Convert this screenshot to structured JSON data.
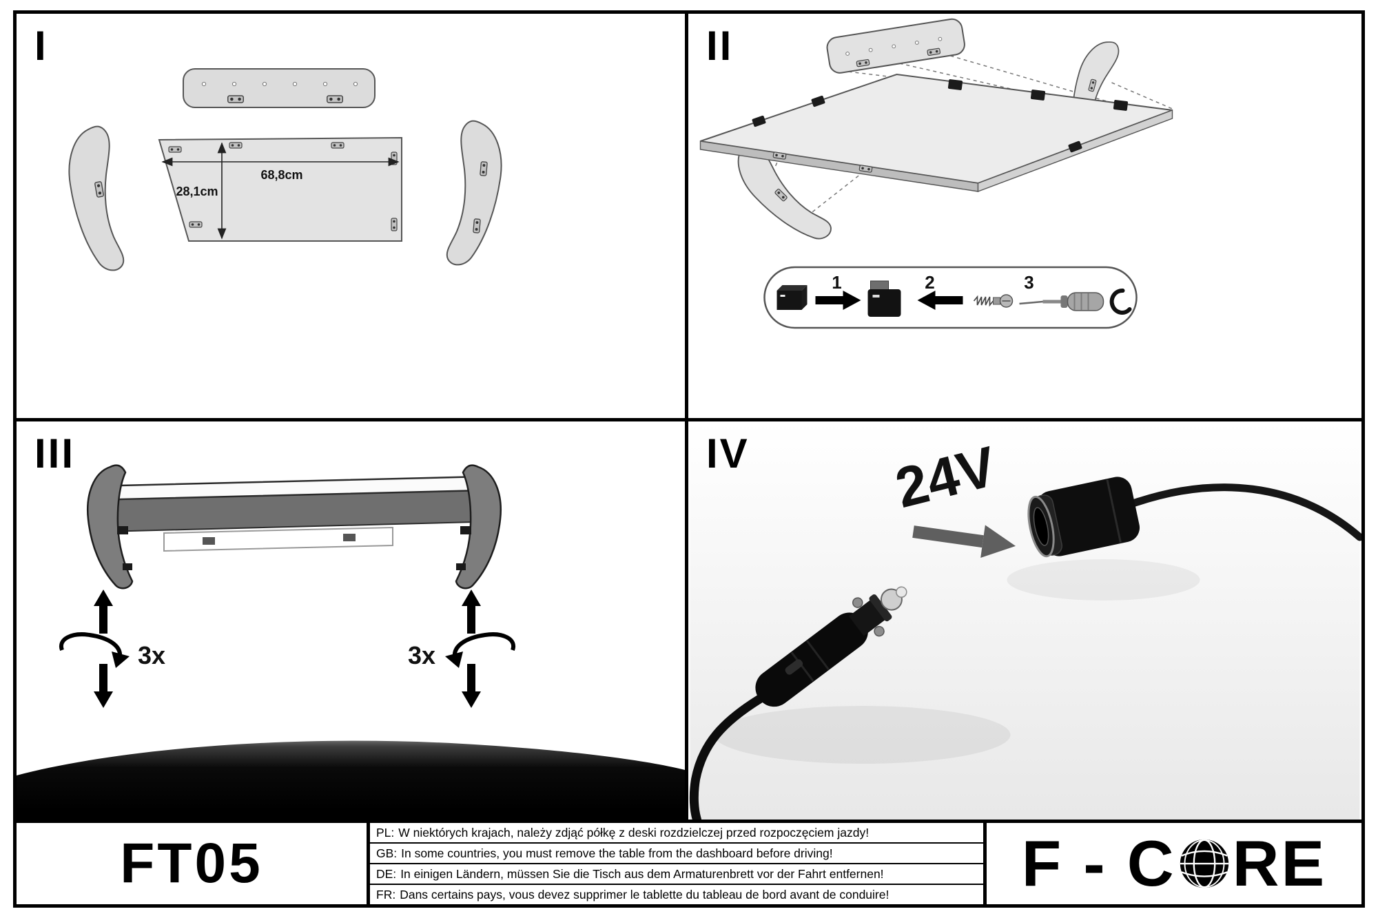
{
  "panels": {
    "p1": {
      "label": "I",
      "dim_width": "68,8cm",
      "dim_height": "28,1cm"
    },
    "p2": {
      "label": "II",
      "step1": "1",
      "step2": "2",
      "step3": "3"
    },
    "p3": {
      "label": "III",
      "count_left": "3x",
      "count_right": "3x"
    },
    "p4": {
      "label": "IV",
      "voltage": "24V"
    }
  },
  "footer": {
    "model": "FT05",
    "notes": [
      {
        "lang": "PL:",
        "text": "W niektórych krajach, należy zdjąć półkę z deski rozdzielczej przed rozpoczęciem jazdy!"
      },
      {
        "lang": "GB:",
        "text": "In some countries, you must remove the table from the dashboard before driving!"
      },
      {
        "lang": "DE:",
        "text": "In einigen Ländern, müssen Sie die Tisch aus dem Armaturenbrett vor der Fahrt entfernen!"
      },
      {
        "lang": "FR:",
        "text": "Dans certains pays, vous devez supprimer le tablette du tableau de bord avant de conduire!"
      }
    ],
    "brand": {
      "part1": "F - C",
      "part2": "RE"
    }
  }
}
